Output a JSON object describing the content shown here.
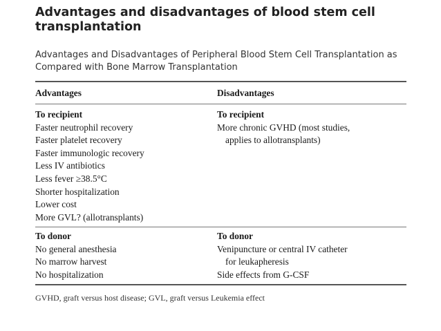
{
  "title": "Advantages and disadvantages of blood stem cell transplantation",
  "caption": "Advantages and Disadvantages of Peripheral Blood Stem Cell Transplantation as Compared with Bone Marrow Transplantation",
  "table": {
    "headers": [
      "Advantages",
      "Disadvantages"
    ],
    "recipient": {
      "left_heading": "To recipient",
      "left_items": [
        "Faster neutrophil recovery",
        "Faster platelet recovery",
        "Faster immunologic recovery",
        "Less IV antibiotics",
        "Less fever ≥38.5°C",
        "Shorter hospitalization",
        "Lower cost",
        "More GVL? (allotransplants)"
      ],
      "right_heading": "To recipient",
      "right_items": [
        "More chronic GVHD (most studies,",
        "applies to allotransplants)"
      ]
    },
    "donor": {
      "left_heading": "To donor",
      "left_items": [
        "No general anesthesia",
        "No marrow harvest",
        "No hospitalization"
      ],
      "right_heading": "To donor",
      "right_items": [
        "Venipuncture or central IV catheter",
        "for leukapheresis",
        "Side effects from G-CSF"
      ]
    }
  },
  "footnote": "GVHD, graft versus host disease; GVL, graft versus Leukemia effect"
}
